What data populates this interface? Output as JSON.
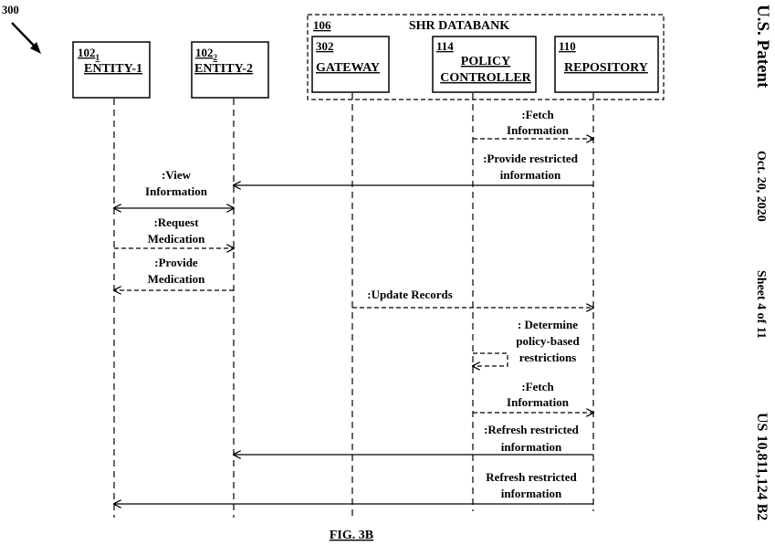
{
  "figure_number": "300",
  "figure_caption": "FIG. 3B",
  "side_header": {
    "title": "U.S. Patent",
    "date": "Oct. 20, 2020",
    "sheet": "Sheet 4 of 11",
    "patent_number": "US 10,811,124 B2"
  },
  "group": {
    "ref": "106",
    "label": "SHR DATABANK"
  },
  "entity1": {
    "ref": "102",
    "sub": "1",
    "label": "ENTITY-1"
  },
  "entity2": {
    "ref": "102",
    "sub": "2",
    "label": "ENTITY-2"
  },
  "gateway": {
    "ref": "302",
    "label": "GATEWAY"
  },
  "policy": {
    "ref": "114",
    "label1": "POLICY",
    "label2": "CONTROLLER"
  },
  "repository": {
    "ref": "110",
    "label": "REPOSITORY"
  },
  "messages": {
    "fetch1": {
      "l1": ":Fetch",
      "l2": "Information"
    },
    "provide_restricted": {
      "l1": ":Provide restricted",
      "l2": "information"
    },
    "view_info": {
      "l1": ":View",
      "l2": "Information"
    },
    "request_med": {
      "l1": ":Request",
      "l2": "Medication"
    },
    "provide_med": {
      "l1": ":Provide",
      "l2": "Medication"
    },
    "update_records": {
      "l1": ":Update Records"
    },
    "determine": {
      "l1": ": Determine",
      "l2": "policy-based",
      "l3": "restrictions"
    },
    "fetch2": {
      "l1": ":Fetch",
      "l2": "Information"
    },
    "refresh1": {
      "l1": ":Refresh restricted",
      "l2": "information"
    },
    "refresh2": {
      "l1": "Refresh restricted",
      "l2": "information"
    }
  }
}
